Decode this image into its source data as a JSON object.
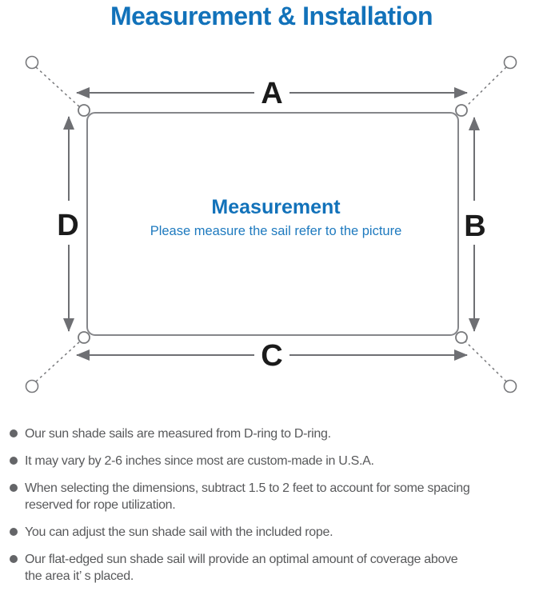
{
  "title": "Measurement & Installation",
  "diagram": {
    "labels": {
      "a": "A",
      "b": "B",
      "c": "C",
      "d": "D"
    },
    "center_title": "Measurement",
    "center_subtitle": "Please measure the sail refer to the picture"
  },
  "notes": [
    "Our sun shade sails are measured from D-ring to D-ring.",
    "It may vary by 2-6 inches since most are custom-made in U.S.A.",
    "When selecting the dimensions, subtract 1.5 to 2 feet to account for some spacing\nreserved for rope utilization.",
    "You can adjust the sun shade sail with the included rope.",
    "Our flat-edged sun shade sail will provide an optimal amount of coverage above\nthe area it’ s placed."
  ],
  "colors": {
    "title_blue": "#1272BA",
    "subtitle_blue": "#1E7ABF",
    "label_black": "#1B1B1B",
    "arrow_gray": "#6E6F73",
    "outline_gray": "#85868A",
    "ring_gray": "#77787B",
    "note_text_gray": "#58595B"
  }
}
